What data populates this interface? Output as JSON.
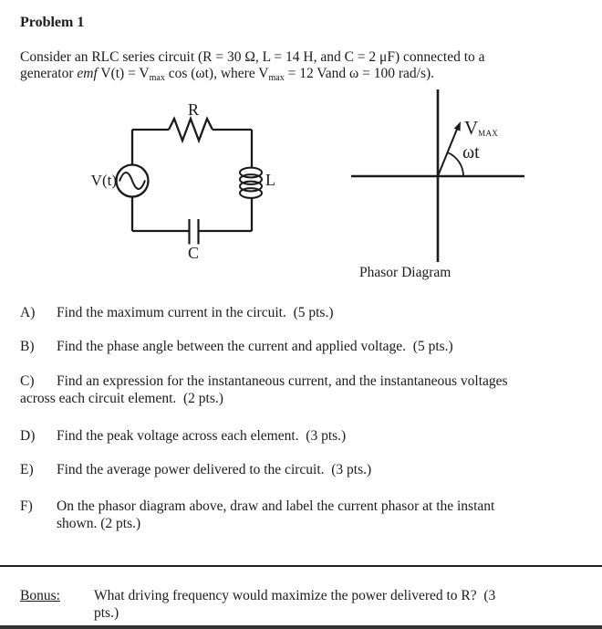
{
  "doc": {
    "title": "Problem 1",
    "intro": {
      "line1": "Consider an RLC series circuit (R = 30 Ω, L = 14 H, and C = 2 μF) connected to a",
      "line2_pre": "generator ",
      "line2_emf": "emf",
      "line2_seg1": " V(t) = V",
      "line2_sub1": "max",
      "line2_seg2": " cos (ωt), where V",
      "line2_sub2": "max",
      "line2_seg3": " = 12 Vand ω = 100 rad/s)."
    },
    "circuit": {
      "resistor_label": "R",
      "source_label": "V(t)",
      "inductor_label": "L",
      "capacitor_label": "C",
      "resistance": "30 Ω",
      "inductance": "14 H",
      "capacitance": "2 μF"
    },
    "phasor": {
      "vmax_main": "V",
      "vmax_sub": "MAX",
      "angle_label": "ωt",
      "caption": "Phasor Diagram"
    },
    "items": [
      {
        "label": "A)",
        "line1": "Find the maximum current in the circuit.  (5 pts.)"
      },
      {
        "label": "B)",
        "line1": "Find the phase angle between the current and applied voltage.  (5 pts.)"
      },
      {
        "label": "C)",
        "line1": "Find an expression for the instantaneous current, and the instantaneous voltages",
        "line2": "across each circuit element.  (2 pts.)"
      },
      {
        "label": "D)",
        "line1": "Find the peak voltage across each element.  (3 pts.)"
      },
      {
        "label": "E)",
        "line1": "Find the average power delivered to the circuit.  (3 pts.)"
      },
      {
        "label": "F)",
        "line1": "On the phasor diagram above, draw and label the current phasor at the instant",
        "line2": "shown. (2 pts.)"
      }
    ],
    "bonus": {
      "label": "Bonus:",
      "line1": "What driving frequency would maximize the power delivered to R?  (3",
      "line2": "pts.)"
    },
    "colors": {
      "ink": "#1b1b1b",
      "line": "#1a1a1a",
      "bottom_bar": "#333333"
    }
  }
}
